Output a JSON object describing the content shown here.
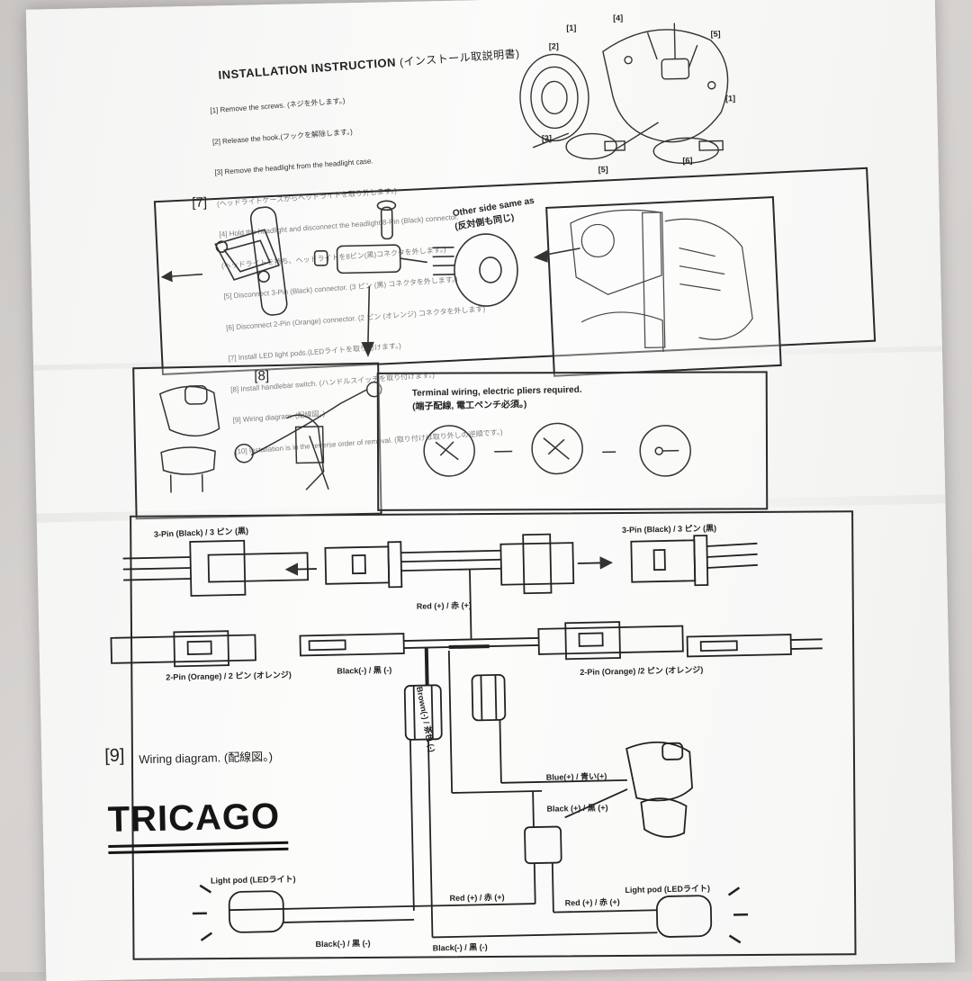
{
  "header": {
    "title": "INSTALLATION INSTRUCTION",
    "title_jp": "(インストール取説明書)"
  },
  "steps": [
    "[1] Remove the screws. (ネジを外します。)",
    "[2] Release the hook.(フックを解除します。)",
    "[3] Remove the headlight from the headlight case.",
    "(ヘッドライトケースからヘッドライトを取り外します。)",
    "[4] Hold the headlight and disconnect the headlight 8-Pin (Black) connector.",
    "(ヘッドライトを持ち、ヘッドライトを8ピン(黒)コネクタを外します。)",
    "[5] Disconnect 3-Pin (Black) connector. (3 ピン (黒) コネクタを外します。)",
    "[6] Disconnect 2-Pin (Orange) connector. (2 ピン (オレンジ) コネクタを外します)",
    "[7] Install LED light pods.(LEDライトを取り付けます。)",
    "[8] Install handlebar switch. (ハンドルスイッチを取り付けます。)",
    "[9] Wiring diagram. (配線図。)",
    "[10] Installation is in the reverse order of removal. (取り付けは取り外しの逆順です。)"
  ],
  "top_diagram": {
    "callouts": [
      "[1]",
      "[2]",
      "[3]",
      "[4]",
      "[5]",
      "[1]",
      "[5]",
      "[6]"
    ]
  },
  "panel7": {
    "number": "[7]",
    "note": "Other side same as",
    "note_jp": "(反対側も同じ)"
  },
  "panel8": {
    "number": "[8]"
  },
  "terminal": {
    "note": "Terminal wiring, electric pliers required.",
    "note_jp": "(端子配線, 電工ペンチ必須。)"
  },
  "wiring": {
    "left_3pin": "3-Pin (Black) / 3 ピン (黒)",
    "right_3pin": "3-Pin (Black) / 3 ピン (黒)",
    "left_2pin": "2-Pin (Orange) / 2 ピン (オレンジ)",
    "right_2pin": "2-Pin (Orange) /2 ピン (オレンジ)",
    "red_top": "Red (+) / 赤 (+)",
    "black_mid": "Black(-) / 黒 (-)",
    "brown": "Brown(-) / 茶色 (-)",
    "blue": "Blue(+) / 青い(+)",
    "black_plus": "Black (+) / 黒 (+)",
    "red_mid": "Red (+) / 赤 (+)",
    "red_right": "Red (+) / 赤 (+)",
    "pod_left": "Light pod (LEDライト)",
    "pod_right": "Light pod (LEDライト)",
    "black_bottom_left": "Black(-) / 黒 (-)",
    "black_bottom_mid": "Black(-) / 黒 (-)"
  },
  "panel9": {
    "number": "[9]",
    "caption": "Wiring diagram. (配線図。)"
  },
  "brand": "TRICAGO"
}
